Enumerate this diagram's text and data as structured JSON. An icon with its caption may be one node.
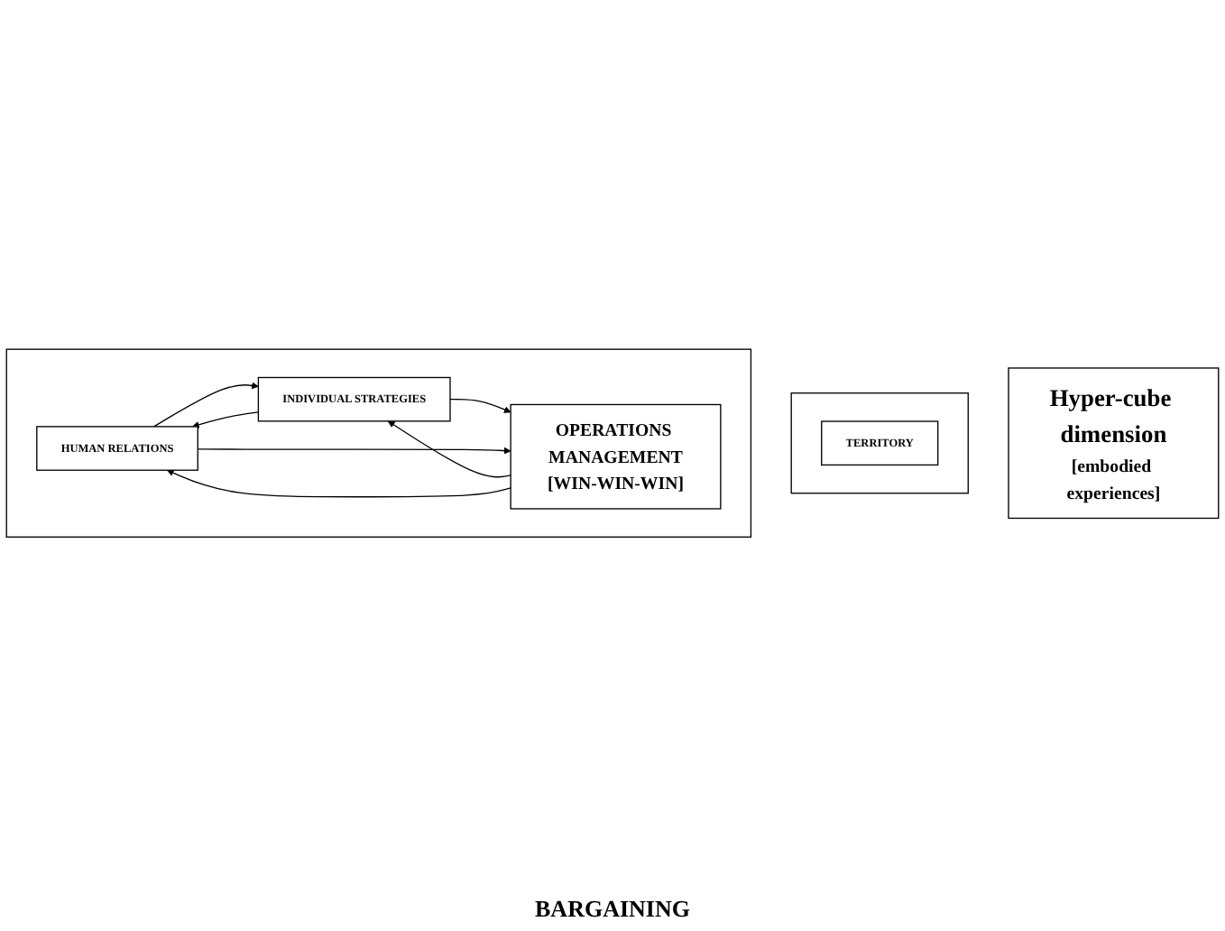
{
  "diagram": {
    "nodes": [
      {
        "text": [
          "Hyper-cube dimension",
          "[embodied experiences]"
        ]
      },
      {
        "text": [],
        "shape": "box"
      },
      {
        "text": [
          "TERRITORY"
        ],
        "in": 1
      },
      {
        "text": [],
        "shape": "box"
      },
      {
        "text": [
          "HUMAN RELATIONS"
        ],
        "in": 3
      },
      {
        "text": [
          "INDIVIDUAL STRATEGIES"
        ],
        "in": 3
      },
      {
        "text": [
          "OPERATIONS MANAGEMENT",
          "[WIN-WIN-WIN]"
        ],
        "in": 3
      }
    ],
    "edges": [
      {
        "from": 4,
        "to": 5,
        "arrow": "to"
      },
      {
        "from": 5,
        "to": 4,
        "arrow": "to"
      },
      {
        "from": 5,
        "to": 6,
        "arrow": "to"
      },
      {
        "from": 6,
        "to": 5,
        "arrow": "to"
      },
      {
        "from": 6,
        "to": 4,
        "arrow": "to"
      },
      {
        "from": 4,
        "to": 6,
        "arrow": "to"
      }
    ],
    "labels": [
      "BARGAINING"
    ]
  }
}
